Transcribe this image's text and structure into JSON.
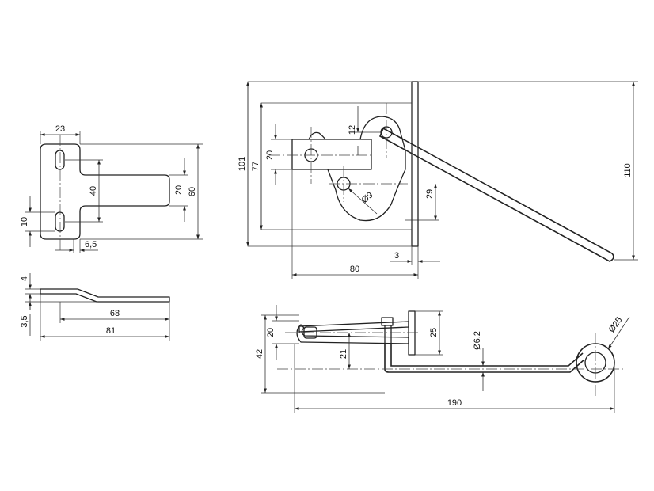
{
  "dimensions": {
    "tab_width": "23",
    "tab_height": "60",
    "slot_spacing": "40",
    "slot_to_edge": "10",
    "tongue_width": "20",
    "tab_offset": "6,5",
    "side_thickness": "4",
    "side_offset": "3,5",
    "side_flat_length": "68",
    "side_total_length": "81",
    "front_height_outer": "101",
    "front_height_inner": "77",
    "front_block_height": "20",
    "front_pin_offset": "12",
    "front_hole_dia": "Ø9",
    "front_hole_height": "29",
    "front_width": "80",
    "front_plate_thickness": "3",
    "front_total_height": "110",
    "bottom_height": "42",
    "bottom_inner": "20",
    "bottom_pivot": "21",
    "bottom_plate": "25",
    "rod_dia": "Ø6,2",
    "ring_dia": "Ø25",
    "bottom_length": "190"
  }
}
